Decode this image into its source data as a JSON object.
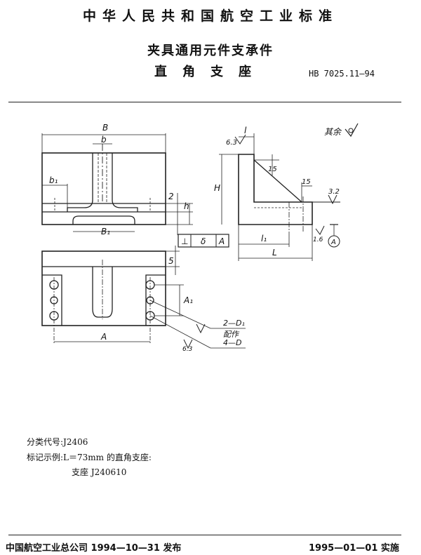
{
  "header": {
    "standard_org": "中华人民共和国航空工业标准",
    "title": "夹具通用元件支承件",
    "subtitle": "直角支座",
    "code": "HB 7025.11—94"
  },
  "drawing": {
    "dims": {
      "B": "B",
      "b": "b",
      "b1": "b₁",
      "B1": "B₁",
      "h": "h",
      "two": "2",
      "l": "l",
      "six_three_a": "6.3",
      "H": "H",
      "fifteen_a": "15",
      "fifteen_b": "15",
      "three_two": "3.2",
      "L": "L",
      "l1": "l₁",
      "one_six": "1.6",
      "A_datum": "A",
      "five": "5",
      "A1": "A₁",
      "A": "A",
      "six_three_b": "6.3",
      "label_2D1": "2—D₁",
      "label_fit": "配作",
      "label_4D": "4—D"
    },
    "tolerance_frame": [
      "⊥",
      "δ",
      "A"
    ],
    "remaining_note": "其余"
  },
  "meta": {
    "class_code": "分类代号:J2406",
    "example_label": "标记示例:L＝73mm 的直角支座:",
    "example_value": "支座   J240610"
  },
  "footer": {
    "issue": "中国航空工业总公司 1994—10—31 发布",
    "impl": "1995—01—01 实施"
  }
}
